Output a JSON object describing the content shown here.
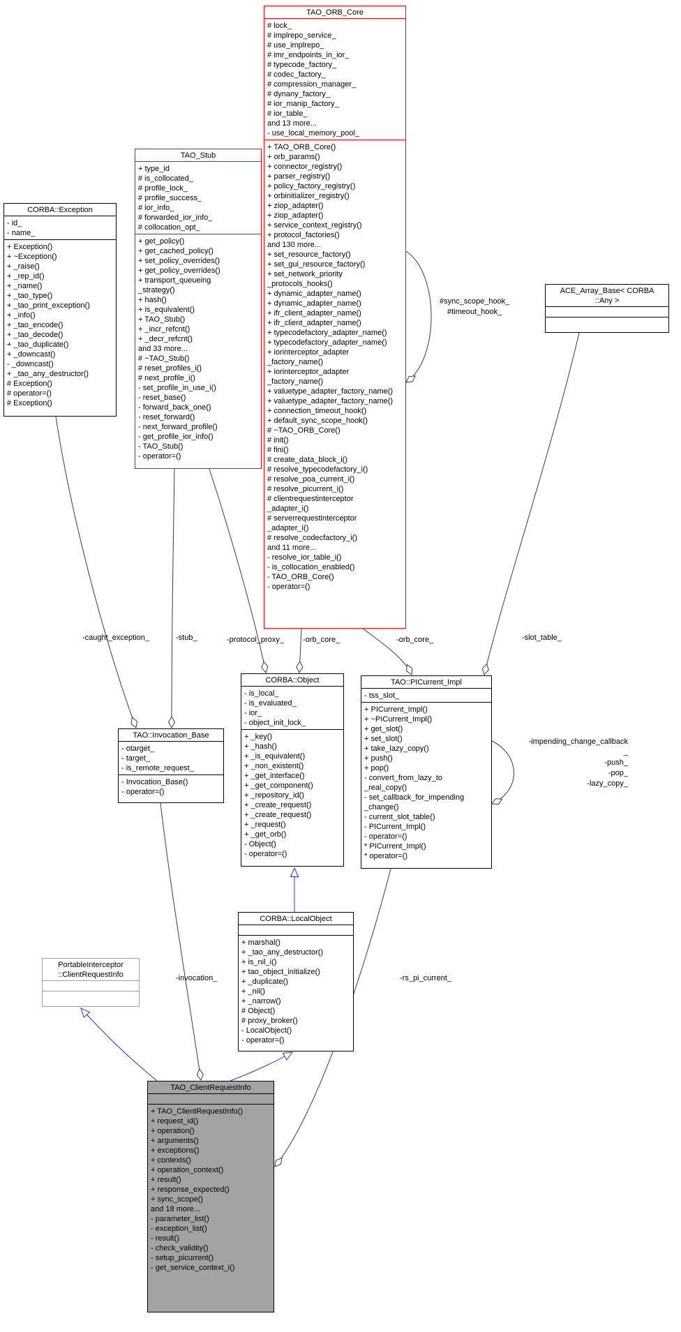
{
  "colors": {
    "edge": "#3a3a3a",
    "inheritance": "#3030c8",
    "highlight_border": "#ff0000",
    "plain_border": "#000000",
    "external_border": "#a0a0a0",
    "focus_fill": "#a3a3a3",
    "box_fill": "#ffffff"
  },
  "classes": [
    {
      "id": "corba_exception",
      "title_lines": [
        "CORBA::Exception"
      ],
      "border": "#000000",
      "fill": "#ffffff",
      "attributes": [
        "- id_",
        "- name_"
      ],
      "methods": [
        "+ Exception()",
        "+ ~Exception()",
        "+ _raise()",
        "+ _rep_id()",
        "+ _name()",
        "+ _tao_type()",
        "+ _tao_print_exception()",
        "+ _info()",
        "+ _tao_encode()",
        "+ _tao_decode()",
        "+ _tao_duplicate()",
        "+ _downcast()",
        "- _downcast()",
        "+ _tao_any_destructor()",
        "# Exception()",
        "# operator=()",
        "# Exception()"
      ]
    },
    {
      "id": "tao_stub",
      "title_lines": [
        "TAO_Stub"
      ],
      "border": "#ff0000",
      "fill": "#ffffff",
      "attributes": [
        "+ type_id",
        "# is_collocated_",
        "# profile_lock_",
        "# profile_success_",
        "# ior_info_",
        "# forwarded_ior_info_",
        "# collocation_opt_"
      ],
      "methods": [
        "+ get_policy()",
        "+ get_cached_policy()",
        "+ set_policy_overrides()",
        "+ get_policy_overrides()",
        "+ transport_queueing",
        "_strategy()",
        "+ hash()",
        "+ is_equivalent()",
        "+ TAO_Stub()",
        "+ _incr_refcnt()",
        "+ _decr_refcnt()",
        "and 33 more...",
        "# ~TAO_Stub()",
        "# reset_profiles_i()",
        "# next_profile_i()",
        "- set_profile_in_use_i()",
        "- reset_base()",
        "- forward_back_one()",
        "- reset_forward()",
        "- next_forward_profile()",
        "- get_profile_ior_info()",
        "- TAO_Stub()",
        "- operator=()"
      ]
    },
    {
      "id": "tao_orb_core",
      "title_lines": [
        "TAO_ORB_Core"
      ],
      "border": "#ff0000",
      "fill": "#ffffff",
      "attributes": [
        "# lock_",
        "# implrepo_service_",
        "# use_implrepo_",
        "# imr_endpoints_in_ior_",
        "# typecode_factory_",
        "# codec_factory_",
        "# compression_manager_",
        "# dynany_factory_",
        "# ior_manip_factory_",
        "# ior_table_",
        "and 13 more...",
        "- use_local_memory_pool_"
      ],
      "methods": [
        "+ TAO_ORB_Core()",
        "+ orb_params()",
        "+ connector_registry()",
        "+ parser_registry()",
        "+ policy_factory_registry()",
        "+ orbinitializer_registry()",
        "+ ziop_adapter()",
        "+ ziop_adapter()",
        "+ service_context_registry()",
        "+ protocol_factories()",
        "and 130 more...",
        "+ set_resource_factory()",
        "+ set_gui_resource_factory()",
        "+ set_network_priority",
        "_protocols_hooks()",
        "+ dynamic_adapter_name()",
        "+ dynamic_adapter_name()",
        "+ ifr_client_adapter_name()",
        "+ ifr_client_adapter_name()",
        "+ typecodefactory_adapter_name()",
        "+ typecodefactory_adapter_name()",
        "+ iorinterceptor_adapter",
        "_factory_name()",
        "+ iorinterceptor_adapter",
        "_factory_name()",
        "+ valuetype_adapter_factory_name()",
        "+ valuetype_adapter_factory_name()",
        "+ connection_timeout_hook()",
        "+ default_sync_scope_hook()",
        "# ~TAO_ORB_Core()",
        "# init()",
        "# fini()",
        "# create_data_block_i()",
        "# resolve_typecodefactory_i()",
        "# resolve_poa_current_i()",
        "# resolve_picurrent_i()",
        "# clientrequestinterceptor",
        "_adapter_i()",
        "# serverrequestinterceptor",
        "_adapter_i()",
        "# resolve_codecfactory_i()",
        "and 11 more...",
        "- resolve_ior_table_i()",
        "- is_collocation_enabled()",
        "- TAO_ORB_Core()",
        "- operator=()"
      ]
    },
    {
      "id": "ace_array_base",
      "title_lines": [
        "ACE_Array_Base< CORBA",
        "::Any >"
      ],
      "border": "#000000",
      "fill": "#ffffff",
      "attributes": [],
      "methods": []
    },
    {
      "id": "corba_object",
      "title_lines": [
        "CORBA::Object"
      ],
      "border": "#000000",
      "fill": "#ffffff",
      "attributes": [
        "- is_local_",
        "- is_evaluated_",
        "- ior_",
        "- object_init_lock_"
      ],
      "methods": [
        "+ _key()",
        "+ _hash()",
        "+ _is_equivalent()",
        "+ _non_existent()",
        "+ _get_interface()",
        "+ _get_component()",
        "+ _repository_id()",
        "+ _create_request()",
        "+ _create_request()",
        "+ _request()",
        "+ _get_orb()",
        "- Object()",
        "- operator=()"
      ]
    },
    {
      "id": "tao_picurrent_impl",
      "title_lines": [
        "TAO::PICurrent_Impl"
      ],
      "border": "#000000",
      "fill": "#ffffff",
      "attributes": [
        "- tss_slot_"
      ],
      "methods": [
        "+ PICurrent_Impl()",
        "+ ~PICurrent_Impl()",
        "+ get_slot()",
        "+ set_slot()",
        "+ take_lazy_copy()",
        "+ push()",
        "+ pop()",
        "- convert_from_lazy_to",
        "_real_copy()",
        "- set_callback_for_impending",
        "_change()",
        "- current_slot_table()",
        "- PICurrent_Impl()",
        "- operator=()",
        "* PICurrent_Impl()",
        "* operator=()"
      ]
    },
    {
      "id": "tao_invocation_base",
      "title_lines": [
        "TAO::Invocation_Base"
      ],
      "border": "#000000",
      "fill": "#ffffff",
      "attributes": [
        "- otarget_",
        "- target_",
        "- is_remote_request_"
      ],
      "methods": [
        "- Invocation_Base()",
        "- operator=()"
      ]
    },
    {
      "id": "corba_localobject",
      "title_lines": [
        "CORBA::LocalObject"
      ],
      "border": "#000000",
      "fill": "#ffffff",
      "attributes": [],
      "methods": [
        "+ marshal()",
        "+ _tao_any_destructor()",
        "+ is_nil_i()",
        "+ tao_object_initialize()",
        "+ _duplicate()",
        "+ _nil()",
        "+ _narrow()",
        "# Object()",
        "# proxy_broker()",
        "- LocalObject()",
        "- operator=()"
      ]
    },
    {
      "id": "portableinterceptor_clientrequestinfo",
      "title_lines": [
        "PortableInterceptor",
        "::ClientRequestInfo"
      ],
      "border": "#a0a0a0",
      "fill": "#ffffff",
      "attributes": [],
      "methods": []
    },
    {
      "id": "tao_clientrequestinfo",
      "title_lines": [
        "TAO_ClientRequestInfo"
      ],
      "border": "#000000",
      "fill": "#a3a3a3",
      "attributes": [],
      "methods": [
        "+ TAO_ClientRequestInfo()",
        "+ request_id()",
        "+ operation()",
        "+ arguments()",
        "+ exceptions()",
        "+ contexts()",
        "+ operation_context()",
        "+ result()",
        "+ response_expected()",
        "+ sync_scope()",
        "and 18 more...",
        "- parameter_list()",
        "- exception_list()",
        "- result()",
        "- check_validity()",
        "- setup_picurrent()",
        "- get_service_context_i()"
      ]
    }
  ],
  "edge_labels": {
    "caught_exception": "-caught_exception_",
    "stub": "-stub_",
    "protocol_proxy": "-protocol_proxy_",
    "orb_core_left": "-orb_core_",
    "orb_core_right": "-orb_core_",
    "slot_table": "-slot_table_",
    "sync_scope_hook": "#sync_scope_hook_",
    "timeout_hook": "#timeout_hook_",
    "impending_lines": [
      "-impending_change_callback",
      "_",
      "-push_",
      "-pop_",
      "-lazy_copy_"
    ],
    "invocation": "-invocation_",
    "rs_pi_current": "-rs_pi_current_"
  }
}
